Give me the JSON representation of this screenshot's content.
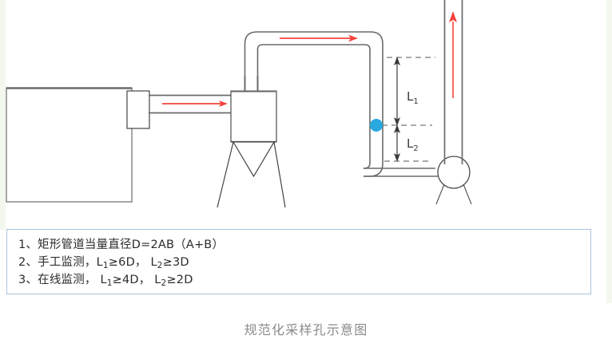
{
  "caption": "规范化采样孔示意图",
  "notes": {
    "box_border_color": "#a9c2dd",
    "lines": [
      "1、矩形管道当量直径D=2AB（A+B）",
      "2、手工监测，L₁≥6D， L₂≥3D",
      "3、在线监测， L₁≥4D， L₂≥2D"
    ],
    "line1_prefix": "1、矩形管道当量直径D=2AB（A+B）",
    "line2_prefix": "2、手工监测，",
    "line2_l1": "L",
    "line2_l1_sub": "1",
    "line2_l1_rel": "≥6D，",
    "line2_l2": "L",
    "line2_l2_sub": "2",
    "line2_l2_rel": "≥3D",
    "line3_prefix": "3、在线监测，",
    "line3_l1": "L",
    "line3_l1_sub": "1",
    "line3_l1_rel": "≥4D，",
    "line3_l2": "L",
    "line3_l2_sub": "2",
    "line3_l2_rel": "≥2D"
  },
  "diagram": {
    "colors": {
      "line": "#4d4d4d",
      "line_dark": "#333333",
      "flow_arrow": "#f4423c",
      "sampling_port": "#29a8e0",
      "dimension": "#3a3a3a",
      "dashed": "#555555"
    },
    "labels": {
      "l1": "L",
      "l1_sub": "1",
      "l2": "L",
      "l2_sub": "2"
    },
    "parts": {
      "source_equipment": "source-equipment-box",
      "inlet_duct": "inlet-duct",
      "dust_collector": "dust-collector",
      "hopper": "hopper-cone",
      "collector_legs": "collector-support-legs",
      "riser_duct": "collector-riser-duct",
      "top_pipe": "top-horizontal-pipe",
      "down_pipe": "vertical-down-pipe",
      "fan": "induced-draft-fan",
      "fan_legs": "fan-support-legs",
      "stack": "exhaust-stack",
      "sampling_port": "sampling-port-dot"
    }
  }
}
